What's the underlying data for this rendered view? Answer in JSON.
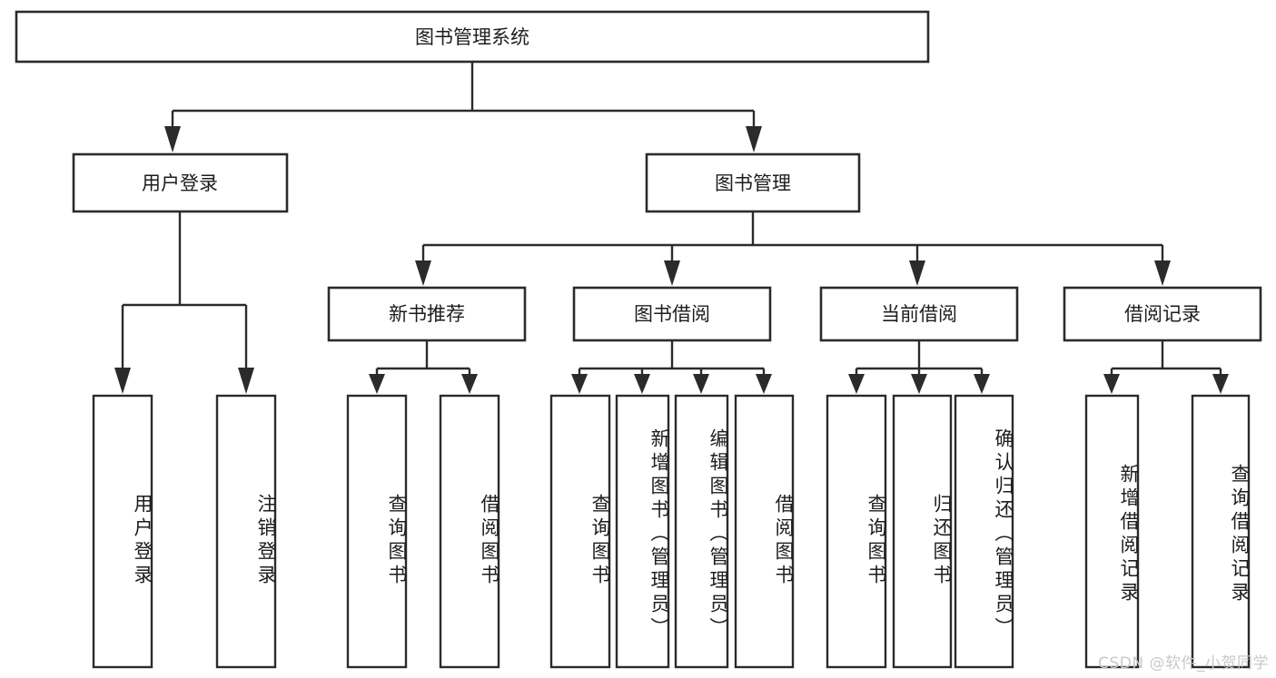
{
  "diagram": {
    "title": "图书管理系统",
    "type": "tree-flowchart",
    "watermark": "CSDN @软件_小贺同学",
    "colors": {
      "stroke": "#2b2b2b",
      "fill": "#ffffff",
      "text": "#1d1d1d",
      "watermark": "#c9c9c9"
    },
    "root": {
      "label": "图书管理系统"
    },
    "level1": [
      {
        "label": "用户登录"
      },
      {
        "label": "图书管理"
      }
    ],
    "level2": [
      {
        "label": "新书推荐"
      },
      {
        "label": "图书借阅"
      },
      {
        "label": "当前借阅"
      },
      {
        "label": "借阅记录"
      }
    ],
    "leaves": {
      "user_login": [
        {
          "label": "用户登录"
        },
        {
          "label": "注销登录"
        }
      ],
      "new_book_recommend": [
        {
          "label": "查询图书"
        },
        {
          "label": "借阅图书"
        }
      ],
      "book_borrow": [
        {
          "label": "查询图书"
        },
        {
          "label": "新增图书（管理员）"
        },
        {
          "label": "编辑图书（管理员）"
        },
        {
          "label": "借阅图书"
        }
      ],
      "current_borrow": [
        {
          "label": "查询图书"
        },
        {
          "label": "归还图书"
        },
        {
          "label": "确认归还（管理员）"
        }
      ],
      "borrow_record": [
        {
          "label": "新增借阅记录"
        },
        {
          "label": "查询借阅记录"
        }
      ]
    }
  }
}
